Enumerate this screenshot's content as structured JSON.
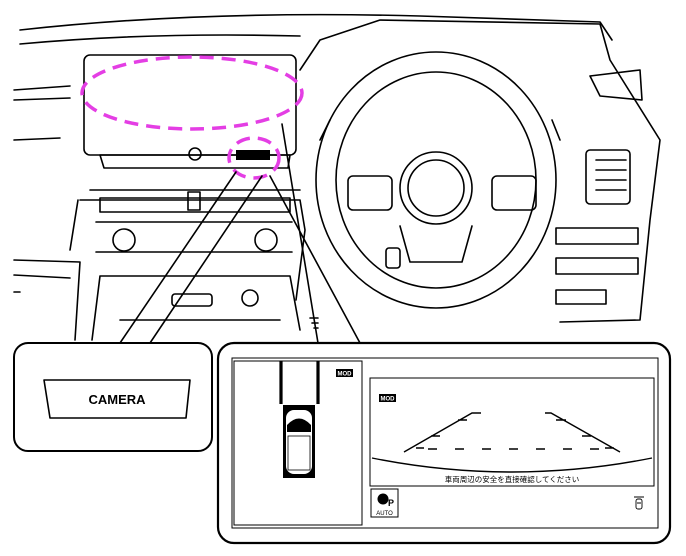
{
  "callout_button": {
    "label": "CAMERA"
  },
  "monitor": {
    "top_view_badge": "MOD",
    "rear_view_badge": "MOD",
    "warning_message": "車両周辺の安全を直接確認してください",
    "auto_park_button": {
      "label": "AUTO",
      "icon": "steering-p-icon"
    },
    "sensor_icon": "sonar-sensor-icon"
  },
  "highlight_color": "#e43ee4"
}
